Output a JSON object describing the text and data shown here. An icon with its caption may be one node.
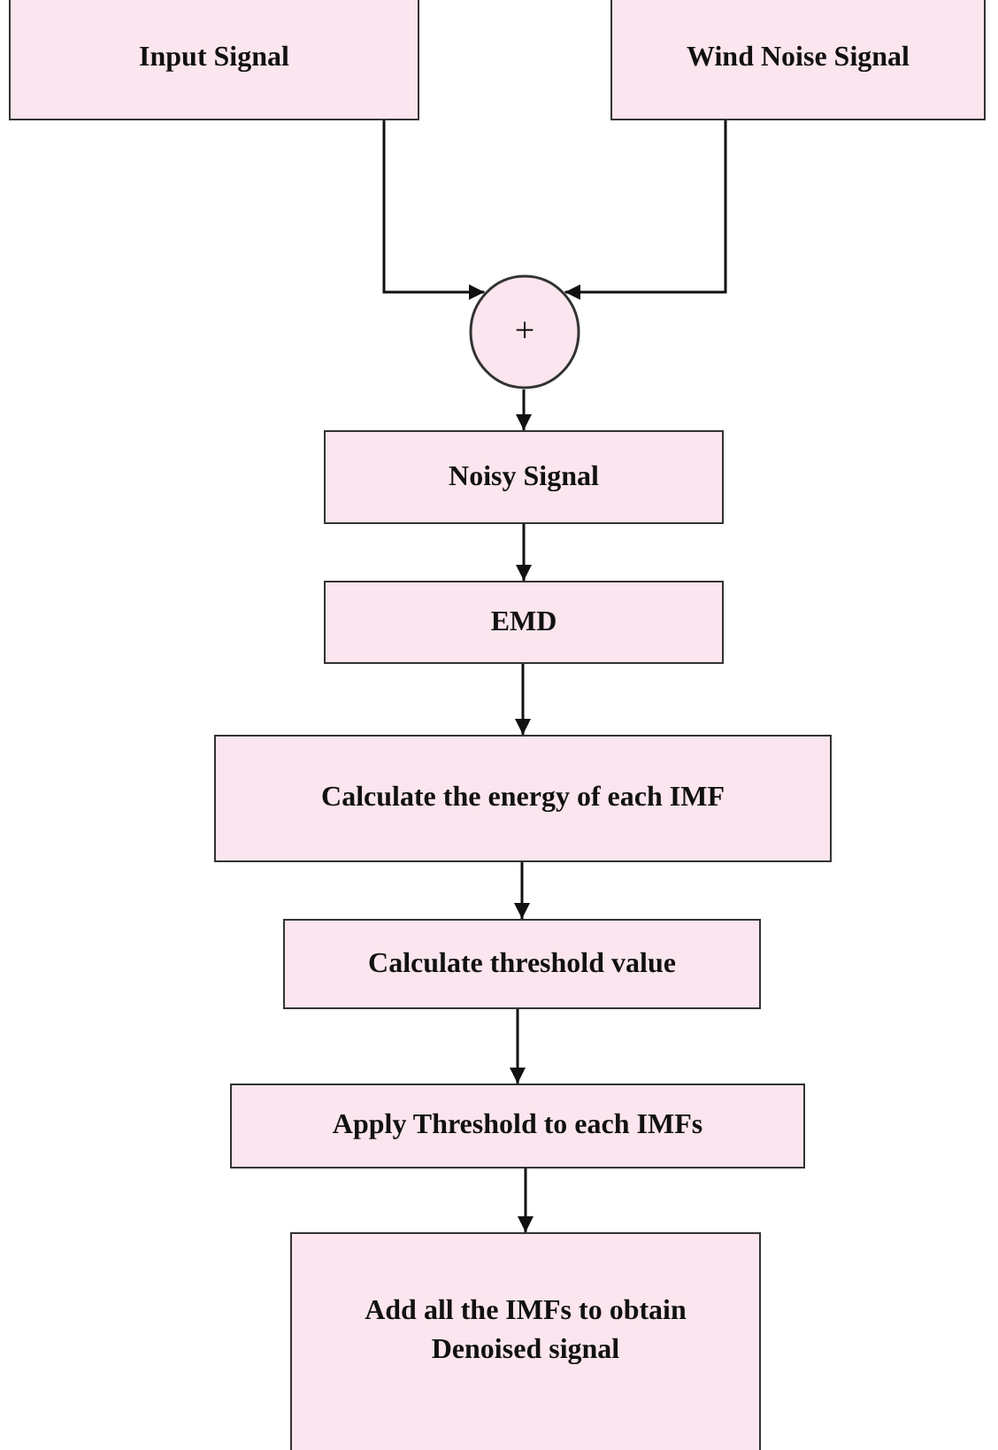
{
  "diagram": {
    "nodes": [
      {
        "text": [
          "Input Signal"
        ]
      },
      {
        "text": [
          "Wind Noise Signal"
        ]
      },
      {
        "text": [
          "+"
        ]
      },
      {
        "text": [
          "Noisy Signal"
        ]
      },
      {
        "text": [
          "EMD"
        ]
      },
      {
        "text": [
          "Calculate the energy of each IMF"
        ]
      },
      {
        "text": [
          "Calculate threshold value"
        ]
      },
      {
        "text": [
          "Apply Threshold to each IMFs"
        ]
      },
      {
        "text": [
          "Add all the IMFs to obtain Denoised signal"
        ]
      }
    ],
    "edges": [
      {
        "from": 0,
        "to": 2,
        "arrow": "to"
      },
      {
        "from": 1,
        "to": 2,
        "arrow": "to"
      },
      {
        "from": 2,
        "to": 3,
        "arrow": "to"
      },
      {
        "from": 3,
        "to": 4,
        "arrow": "to"
      },
      {
        "from": 4,
        "to": 5,
        "arrow": "to"
      },
      {
        "from": 5,
        "to": 6,
        "arrow": "to"
      },
      {
        "from": 6,
        "to": 7,
        "arrow": "to"
      },
      {
        "from": 7,
        "to": 8,
        "arrow": "to"
      }
    ]
  }
}
